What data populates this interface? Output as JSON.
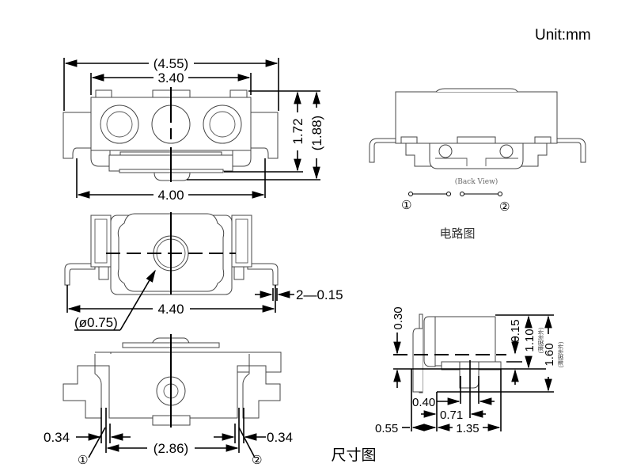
{
  "unit_label": "Unit:mm",
  "views": {
    "top_view": {
      "dims": {
        "overall_width_ref": "(4.55)",
        "body_width": "3.40",
        "height": "1.72",
        "height_ref": "(1.88)",
        "base_width": "4.00"
      }
    },
    "front_view": {
      "dims": {
        "actuator_dia": "(ø0.75)",
        "terminal_span": "4.40",
        "terminal_thickness": "2—0.15"
      }
    },
    "bottom_view": {
      "dims": {
        "left_pad": "0.34",
        "right_pad": "0.34",
        "pad_spacing": "(2.86)"
      },
      "pin_labels": [
        "①",
        "②"
      ]
    },
    "back_view": {
      "caption": "(Back View)",
      "pin_labels": [
        "①",
        "②"
      ],
      "circuit_title": "电路图"
    },
    "side_view": {
      "dims": {
        "top_offset": "0.30",
        "stroke": "0.15",
        "height_excl_film": "1.10",
        "height_total": "1.60",
        "film_note": "(薄膜除外)",
        "actuator_w": "0.40",
        "offset_a": "0.71",
        "left_offset": "0.55",
        "depth": "1.35"
      }
    }
  },
  "footer_title": "尺寸图"
}
